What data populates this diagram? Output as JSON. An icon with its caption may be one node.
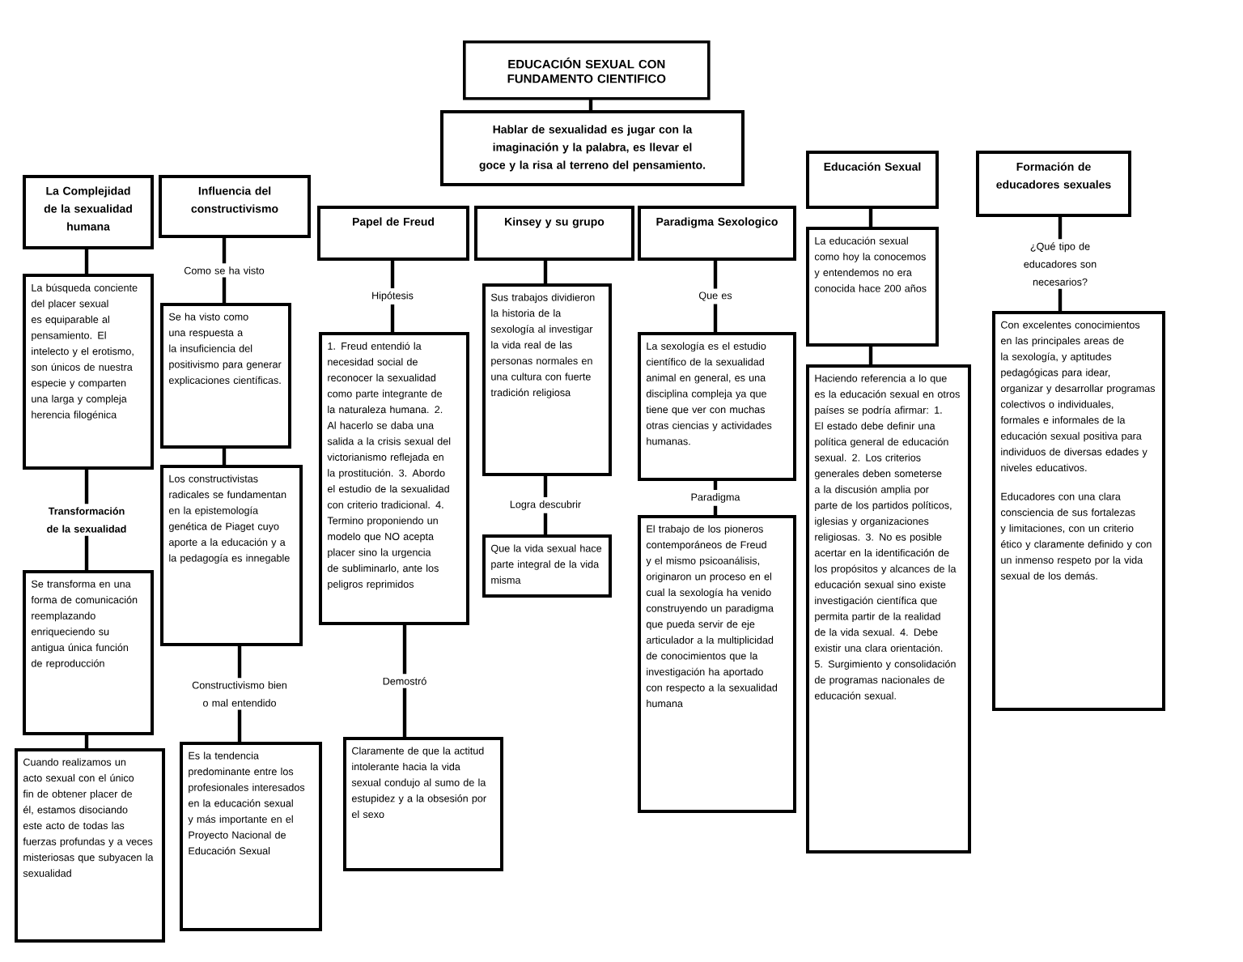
{
  "diagram": {
    "title": "EDUCACIÓN SEXUAL CON FUNDAMENTO CIENTIFICO",
    "nodes": [
      {
        "text": [
          "Hablar de sexualidad es jugar con la imaginación y la palabra, es llevar el goce y la risa al terreno del pensamiento."
        ]
      },
      {
        "text": [
          "La Complejidad de la sexualidad humana"
        ]
      },
      {
        "text": [
          "La búsqueda conciente del placer sexual es equiparable al pensamiento. El intelecto y el erotismo, son únicos de nuestra especie y comparten una larga y compleja herencia filogénica"
        ]
      },
      {
        "text": [
          "Se transforma en una forma de comunicación reemplazando enriqueciendo su antigua única función de reproducción"
        ]
      },
      {
        "text": [
          "Cuando realizamos un acto sexual con el único fin de obtener placer de él, estamos disociando este acto de todas las fuerzas profundas y a veces misteriosas que subyacen la sexualidad"
        ]
      },
      {
        "text": [
          "Influencia del constructivismo"
        ]
      },
      {
        "text": [
          "Se ha visto como una respuesta a la insuficiencia del positivismo para generar explicaciones científicas."
        ]
      },
      {
        "text": [
          "Los constructivistas radicales se fundamentan en la epistemología genética de Piaget cuyo aporte a la educación y a la pedagogía es innegable"
        ]
      },
      {
        "text": [
          "Es la tendencia predominante entre los profesionales interesados en la educación sexual y más importante en el Proyecto Nacional de Educación Sexual"
        ]
      },
      {
        "text": [
          "Papel de Freud"
        ]
      },
      {
        "text": [
          "1. Freud entendió la necesidad social de reconocer la sexualidad como parte integrante de la naturaleza humana. 2. Al hacerlo se daba una salida a la crisis sexual del victorianismo reflejada en la prostitución. 3. Abordo el estudio de la sexualidad con criterio tradicional. 4. Termino proponiendo un modelo que NO acepta placer sino la urgencia de subliminarlo, ante los peligros reprimidos"
        ]
      },
      {
        "text": [
          "Claramente de que la actitud intolerante hacia la vida sexual condujo al sumo de la estupidez y a la obsesión por el sexo"
        ]
      },
      {
        "text": [
          "Kinsey y su grupo"
        ]
      },
      {
        "text": [
          "Sus trabajos dividieron la historia de la sexología al investigar la vida real de las personas normales en una cultura con fuerte tradición religiosa"
        ]
      },
      {
        "text": [
          "Que la vida sexual hace parte integral de la vida misma"
        ]
      },
      {
        "text": [
          "Paradigma Sexologico"
        ]
      },
      {
        "text": [
          "La sexología es el estudio científico de la sexualidad animal en general, es una disciplina compleja ya que tiene que ver con muchas otras ciencias y actividades humanas."
        ]
      },
      {
        "text": [
          "El trabajo de los pioneros contemporáneos de Freud y el mismo psicoanálisis, originaron un proceso en el cual la sexología ha venido construyendo un paradigma que pueda servir de eje articulador a la multiplicidad de conocimientos que la investigación ha aportado con respecto a la sexualidad humana"
        ]
      },
      {
        "text": [
          "Educación Sexual"
        ]
      },
      {
        "text": [
          "La educación sexual como hoy la conocemos y entendemos no era conocida hace 200 años"
        ]
      },
      {
        "text": [
          "Haciendo referencia a lo que es la educación sexual en otros países se podría afirmar: 1. El estado debe definir una política general de educación sexual. 2. Los criterios generales deben someterse a la discusión amplia por parte de los partidos políticos, iglesias y organizaciones religiosas. 3. No es posible acertar en la identificación de los propósitos y alcances de la educación sexual sino existe investigación científica que permita partir de la realidad de la vida sexual. 4. Debe existir una clara orientación. 5. Surgimiento y consolidación de programas nacionales de educación sexual."
        ]
      },
      {
        "text": [
          "Formación de educadores sexuales"
        ]
      },
      {
        "text": [
          "Con excelentes conocimientos en las principales areas de la sexología, y aptitudes pedagógicas para idear, organizar y desarrollar programas colectivos o individuales, formales e informales de la educación sexual positiva para individuos de diversas edades y niveles educativos.",
          "Educadores con una clara consciencia de sus fortalezas y limitaciones, con un criterio ético y claramente definido y con un inmenso respeto por la vida sexual de los demás."
        ]
      }
    ],
    "edges": [
      {
        "from": null,
        "to": 0,
        "arrow": "none"
      },
      {
        "from": 1,
        "to": 2,
        "arrow": "none"
      },
      {
        "from": 2,
        "to": 3,
        "arrow": "none",
        "label": "Transformación de la sexualidad"
      },
      {
        "from": 3,
        "to": 4,
        "arrow": "none"
      },
      {
        "from": 5,
        "to": 6,
        "arrow": "none",
        "label": "Como se ha visto"
      },
      {
        "from": 6,
        "to": 7,
        "arrow": "none"
      },
      {
        "from": 7,
        "to": 8,
        "arrow": "none",
        "label": "Constructivismo bien o mal entendido"
      },
      {
        "from": 9,
        "to": 10,
        "arrow": "none",
        "label": "Hipótesis"
      },
      {
        "from": 10,
        "to": 11,
        "arrow": "none",
        "label": "Demostró"
      },
      {
        "from": 12,
        "to": 13,
        "arrow": "none"
      },
      {
        "from": 13,
        "to": 14,
        "arrow": "none",
        "label": "Logra descubrir"
      },
      {
        "from": 15,
        "to": 16,
        "arrow": "none",
        "label": "Que es"
      },
      {
        "from": 16,
        "to": 17,
        "arrow": "none",
        "label": "Paradigma"
      },
      {
        "from": 18,
        "to": 19,
        "arrow": "none"
      },
      {
        "from": 19,
        "to": 20,
        "arrow": "none"
      },
      {
        "from": 21,
        "to": 22,
        "arrow": "none",
        "label": "¿Qué tipo de educadores son necesarios?"
      }
    ]
  }
}
